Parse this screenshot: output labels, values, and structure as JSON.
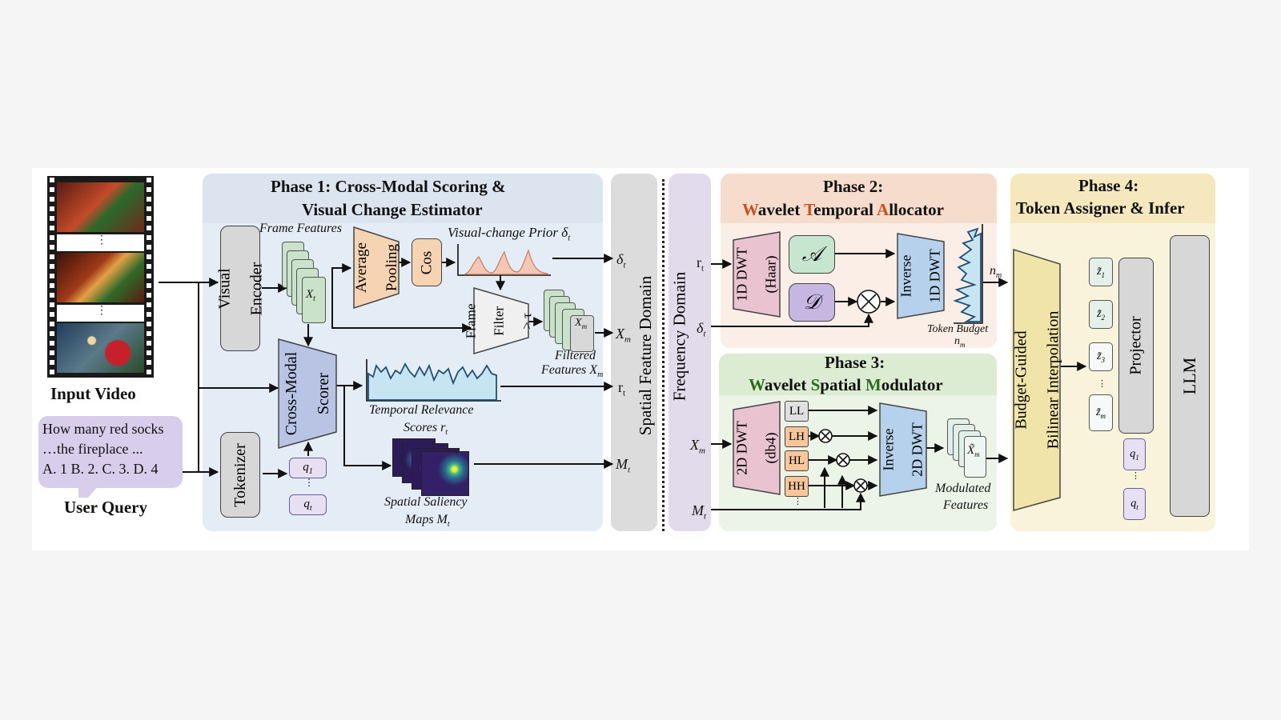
{
  "input_video": {
    "label": "Input Video",
    "dots": "⋮"
  },
  "user_query": {
    "label": "User Query",
    "line1": "How many red socks",
    "line2": "…the fireplace ...",
    "line3": "A. 1  B. 2. C. 3. D. 4"
  },
  "phase1": {
    "title_line1": "Phase 1: Cross-Modal Scoring &",
    "title_line2": "Visual Change Estimator",
    "visual_encoder": [
      "Visual",
      "Encoder"
    ],
    "tokenizer": "Tokenizer",
    "frame_features": "Frame Features",
    "xt": "X",
    "xt_sub": "t",
    "average_pooling": [
      "Average",
      "Pooling"
    ],
    "cos": "Cos",
    "visual_change_prior": "Visual-change Prior δ",
    "visual_change_prior_sub": "t",
    "frame_filter": [
      "Frame",
      "Filter",
      "> τ"
    ],
    "filtered_features": [
      "Filtered",
      "Features X"
    ],
    "filtered_sub": "m",
    "xm": "X",
    "xm_sub": "m",
    "cross_modal_scorer": [
      "Cross-Modal",
      "Scorer"
    ],
    "temporal_relevance": [
      "Temporal Relevance",
      "Scores r"
    ],
    "temporal_sub": "t",
    "spatial_saliency": [
      "Spatial Saliency",
      "Maps M"
    ],
    "spatial_sub": "t",
    "q1": "q",
    "q1_sub": "1",
    "qt": "q",
    "qt_sub": "t",
    "dots": "⋮"
  },
  "outputs_left": {
    "delta": "δ",
    "delta_sub": "t",
    "xm": "X",
    "xm_sub": "m",
    "r": "r",
    "r_sub": "t",
    "m": "M",
    "m_sub": "t"
  },
  "spatial_feature_domain": "Spatial Feature Domain",
  "frequency_domain": "Frequency Domain",
  "inputs_right": {
    "r": "r",
    "r_sub": "t",
    "delta": "δ",
    "delta_sub": "t",
    "xm": "X",
    "xm_sub": "m",
    "m": "M",
    "m_sub": "t"
  },
  "phase2": {
    "title_line1": "Phase 2:",
    "title_line2_parts": [
      {
        "t": "W",
        "accent": true
      },
      {
        "t": "avelet ",
        "accent": false
      },
      {
        "t": "T",
        "accent": true
      },
      {
        "t": "emporal ",
        "accent": false
      },
      {
        "t": "A",
        "accent": true
      },
      {
        "t": "llocator",
        "accent": false
      }
    ],
    "dwt": [
      "1D DWT",
      "(Haar)"
    ],
    "a": "𝒜",
    "d": "𝒟",
    "times": "×",
    "inverse": [
      "Inverse",
      "1D DWT"
    ],
    "nm": "n",
    "nm_sub": "m",
    "token_budget": "Token Budget",
    "token_budget_n": "n",
    "token_budget_sub": "m"
  },
  "phase3": {
    "title_line1": "Phase 3:",
    "title_line2_parts": [
      {
        "t": "W",
        "accent": true
      },
      {
        "t": "avelet ",
        "accent": false
      },
      {
        "t": "S",
        "accent": true
      },
      {
        "t": "patial ",
        "accent": false
      },
      {
        "t": "M",
        "accent": true
      },
      {
        "t": "odulator",
        "accent": false
      }
    ],
    "dwt": [
      "2D DWT",
      "(db4)"
    ],
    "bands": [
      "LL",
      "LH",
      "HL",
      "HH"
    ],
    "dots": "⋮",
    "inverse": [
      "Inverse",
      "2D DWT"
    ],
    "xm_tilde": "X̃",
    "xm_tilde_sub": "m",
    "modulated": [
      "Modulated",
      "Features"
    ]
  },
  "phase4": {
    "title_line1": "Phase 4:",
    "title_line2": "Token Assigner & Infer",
    "interp": [
      "Budget-Guided",
      "Bilinear Interpolation"
    ],
    "z_tokens": [
      {
        "t": "z̃",
        "sub": "1"
      },
      {
        "t": "z̃",
        "sub": "2"
      },
      {
        "t": "z̃",
        "sub": "3"
      },
      {
        "t": "z̃",
        "sub": "m"
      }
    ],
    "dots": "⋮",
    "projector": "Projector",
    "q1": "q",
    "q1_sub": "1",
    "qt": "q",
    "qt_sub": "t",
    "llm": "LLM"
  },
  "colors": {
    "phase1_bg": "#e4ecf5",
    "phase2_bg": "#f7e5da",
    "phase3_bg": "#e5f1df",
    "phase4_bg": "#f7efd3",
    "domain_bg": "#dcdcdc",
    "freq_bg": "#e1dbeb",
    "accent_orange": "#c8501e",
    "accent_green": "#2d6b1f",
    "query_bg": "#d8cdea"
  }
}
